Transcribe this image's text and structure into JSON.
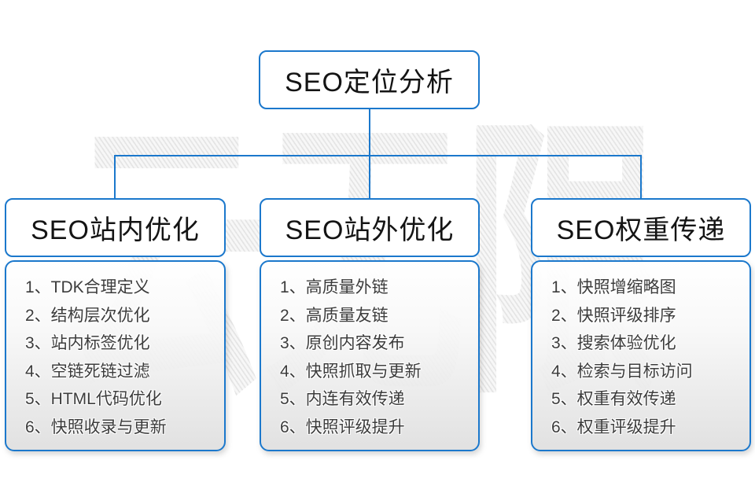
{
  "watermark": {
    "text": "云无限"
  },
  "root": {
    "label": "SEO定位分析"
  },
  "columns": [
    {
      "header": "SEO站内优化",
      "items": [
        "1、TDK合理定义",
        "2、结构层次优化",
        "3、站内标签优化",
        "4、空链死链过滤",
        "5、HTML代码优化",
        "6、快照收录与更新"
      ]
    },
    {
      "header": "SEO站外优化",
      "items": [
        "1、高质量外链",
        "2、高质量友链",
        "3、原创内容发布",
        "4、快照抓取与更新",
        "5、内连有效传递",
        "6、快照评级提升"
      ]
    },
    {
      "header": "SEO权重传递",
      "items": [
        "1、快照增缩略图",
        "2、快照评级排序",
        "3、搜索体验优化",
        "4、检索与目标访问",
        "5、权重有效传递",
        "6、权重评级提升"
      ]
    }
  ],
  "colors": {
    "accent_blue": "#1b78cc",
    "header_text": "#141414",
    "list_text": "#3c3c3c",
    "watermark_gray": "#ececec"
  }
}
